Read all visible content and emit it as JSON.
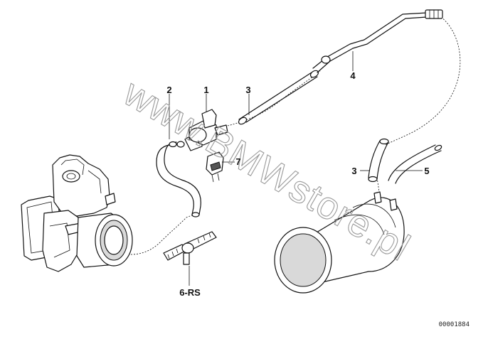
{
  "diagram": {
    "callouts": {
      "c1": "1",
      "c2": "2",
      "c3a": "3",
      "c4": "4",
      "c7": "7",
      "c3b": "3",
      "c5": "5",
      "c6": "6-RS"
    },
    "watermark": "www.BMWstore.pl",
    "reference": "00001884"
  }
}
